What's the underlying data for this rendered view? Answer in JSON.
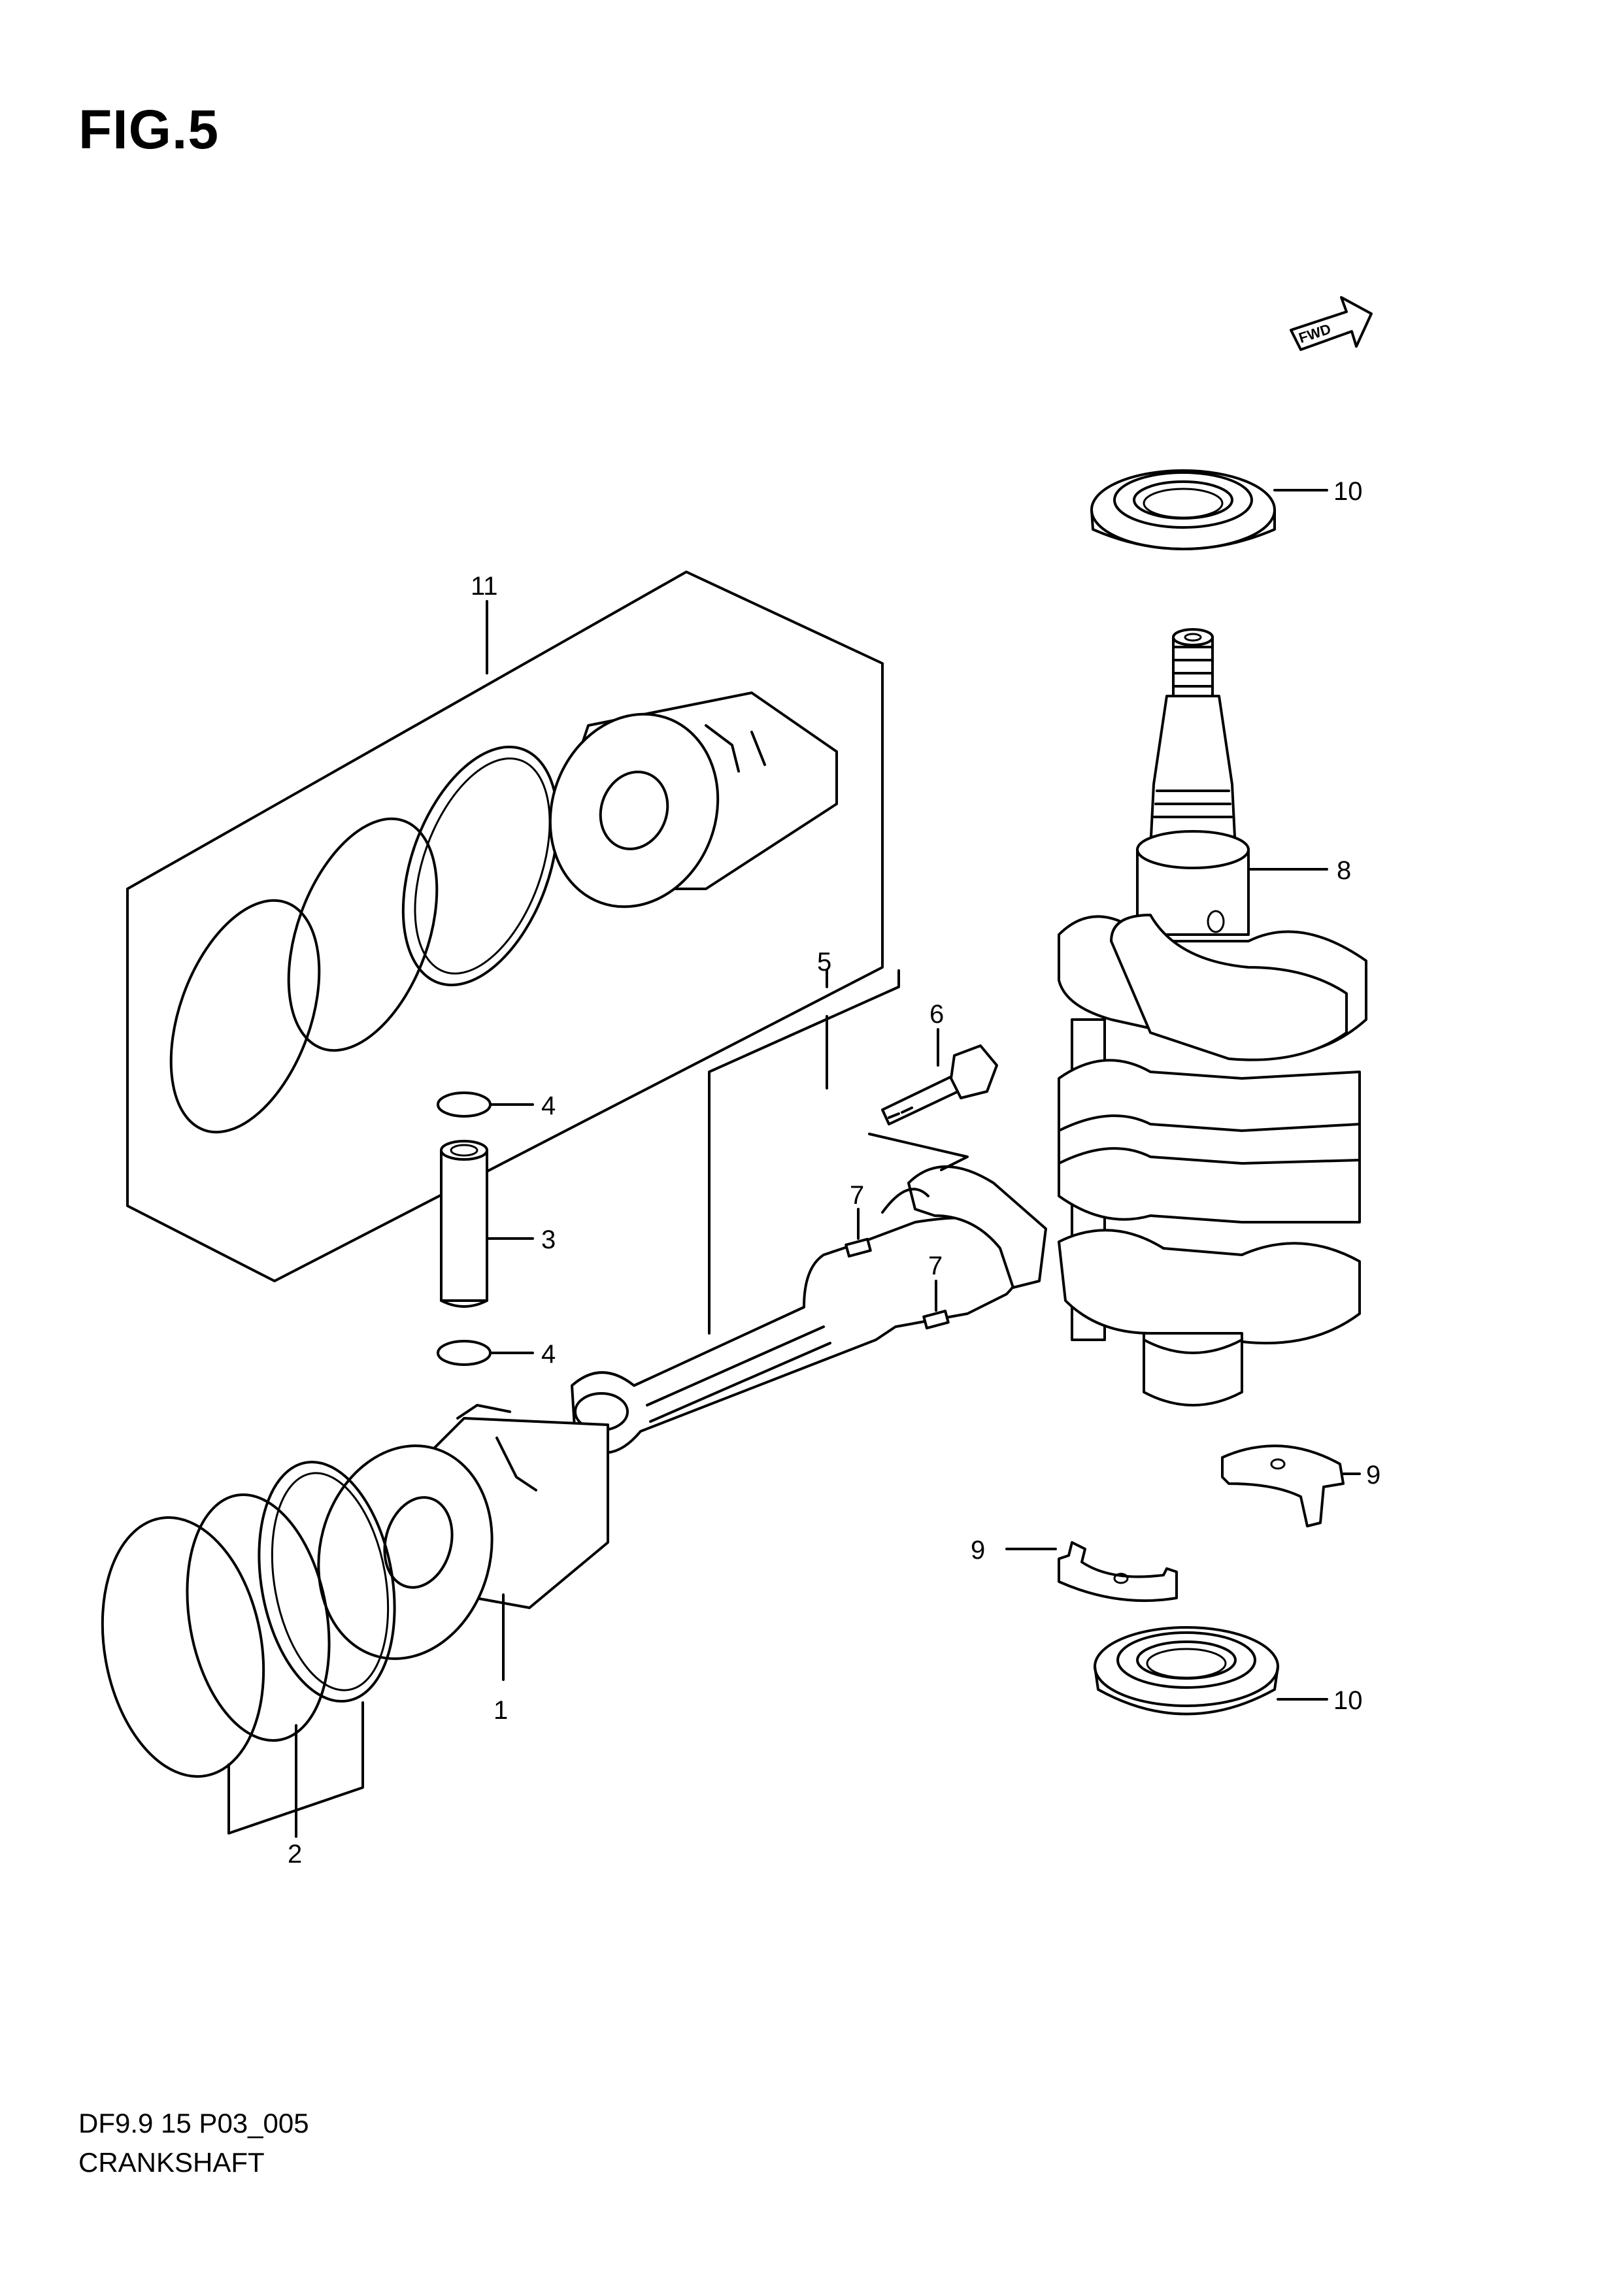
{
  "figure": {
    "title": "FIG.5"
  },
  "footer": {
    "code": "DF9.9 15 P03_005",
    "name": "CRANKSHAFT"
  },
  "fwd_arrow": {
    "label": "FWD",
    "icon": "fwd-arrow-icon"
  },
  "callouts": {
    "c1": "1",
    "c2": "2",
    "c3": "3",
    "c4a": "4",
    "c4b": "4",
    "c5": "5",
    "c6": "6",
    "c7a": "7",
    "c7b": "7",
    "c8": "8",
    "c9a": "9",
    "c9b": "9",
    "c10a": "10",
    "c10b": "10",
    "c11": "11"
  },
  "parts": [
    {
      "ref": "1",
      "icon": "piston-icon"
    },
    {
      "ref": "2",
      "icon": "piston-ring-set-icon"
    },
    {
      "ref": "3",
      "icon": "piston-pin-icon"
    },
    {
      "ref": "4",
      "icon": "circlip-icon"
    },
    {
      "ref": "5",
      "icon": "connecting-rod-icon"
    },
    {
      "ref": "6",
      "icon": "bolt-icon"
    },
    {
      "ref": "7",
      "icon": "dowel-pin-icon"
    },
    {
      "ref": "8",
      "icon": "crankshaft-icon"
    },
    {
      "ref": "9",
      "icon": "bearing-shell-icon"
    },
    {
      "ref": "10",
      "icon": "oil-seal-icon"
    },
    {
      "ref": "11",
      "icon": "piston-kit-icon"
    }
  ]
}
